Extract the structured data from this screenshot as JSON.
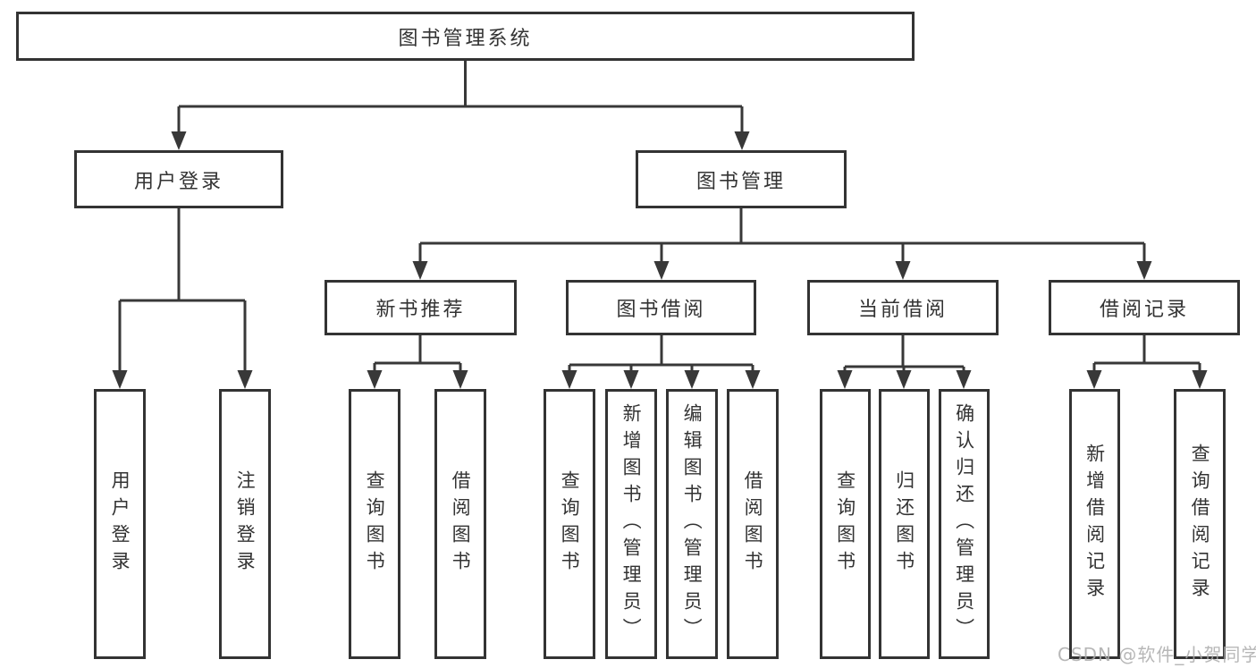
{
  "diagram": {
    "title": "图书管理系统",
    "level2": {
      "user_login": "用户登录",
      "book_management": "图书管理"
    },
    "level3": {
      "new_book_recommend": "新书推荐",
      "book_borrow": "图书借阅",
      "current_borrow": "当前借阅",
      "borrow_records": "借阅记录"
    },
    "leaves": {
      "user_login": [
        "用户登录",
        "注销登录"
      ],
      "new_book_recommend": [
        "查询图书",
        "借阅图书"
      ],
      "book_borrow": [
        "查询图书",
        "新增图书（管理员）",
        "编辑图书（管理员）",
        "借阅图书"
      ],
      "current_borrow": [
        "查询图书",
        "归还图书",
        "确认归还（管理员）"
      ],
      "borrow_records": [
        "新增借阅记录",
        "查询借阅记录"
      ]
    }
  },
  "watermark": "CSDN @软件_小贺同学",
  "colors": {
    "background": "#ffffff",
    "box_fill": "#ffffff",
    "box_border": "#333333",
    "line": "#383838",
    "text": "#333333",
    "watermark": "#ababab"
  }
}
